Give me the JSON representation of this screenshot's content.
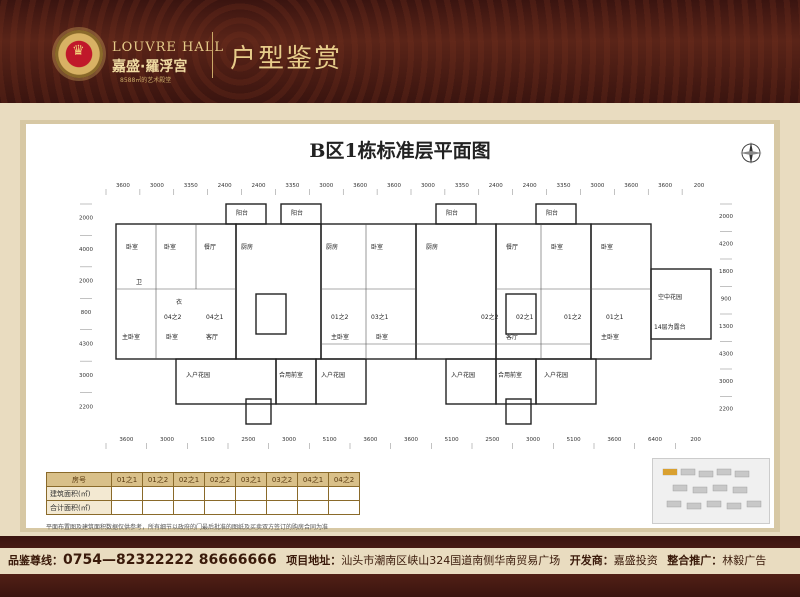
{
  "header": {
    "brand_en": "LOUVRE HALL",
    "brand_cn": "嘉盛·羅浮宮",
    "brand_sub": "8588㎡的艺术殿堂",
    "section_title": "户型鉴赏"
  },
  "plan": {
    "title": "B区1栋标准层平面图",
    "top_dims": [
      "3600",
      "3000",
      "3350",
      "2400",
      "2400",
      "3350",
      "3000",
      "3600",
      "3600",
      "3000",
      "3350",
      "2400",
      "2400",
      "3350",
      "3000",
      "3600",
      "3600",
      "200"
    ],
    "bottom_dims": [
      "3600",
      "3000",
      "5100",
      "2500",
      "3000",
      "5100",
      "3600",
      "3600",
      "5100",
      "2500",
      "3000",
      "5100",
      "3600",
      "6400",
      "200"
    ],
    "left_dims": [
      "2000",
      "4000",
      "2000",
      "800",
      "4300",
      "3000",
      "2200"
    ],
    "right_dims": [
      "2000",
      "4200",
      "1800",
      "900",
      "1300",
      "4300",
      "3000",
      "2200"
    ],
    "rooms": {
      "balcony": "阳台",
      "bedroom": "卧室",
      "living": "餐厅",
      "kitchen": "厨房",
      "bath": "卫",
      "closet": "衣",
      "master": "主卧室",
      "hall": "客厅",
      "entry_garden": "入户花园",
      "lobby": "合用前室",
      "sky_garden": "空中花园",
      "roof_terrace": "14层为露台",
      "unit_labels": [
        "04之2",
        "04之1",
        "01之2",
        "03之1",
        "02之2",
        "02之1",
        "01之2",
        "01之1"
      ]
    }
  },
  "area_table": {
    "header_label": "房号",
    "units": [
      "01之1",
      "01之2",
      "02之1",
      "02之2",
      "03之1",
      "03之2",
      "04之1",
      "04之2"
    ],
    "rows": [
      "建筑面积(㎡)",
      "合计面积(㎡)"
    ]
  },
  "disclaimer": "平面布置图及建筑面积数据仅供参考，所有细节以政府的门最后批准的图纸及买卖双方签订的购房合同为准",
  "footer": {
    "phone_label": "品鉴尊线：",
    "phone": "0754—82322222  86666666",
    "address_label": "项目地址：",
    "address": "汕头市潮南区峡山324国道南侧华南贸易广场",
    "developer_label": "开发商：",
    "developer": "嘉盛投资",
    "promo_label": "整合推广：",
    "promo": "林毅广告"
  }
}
